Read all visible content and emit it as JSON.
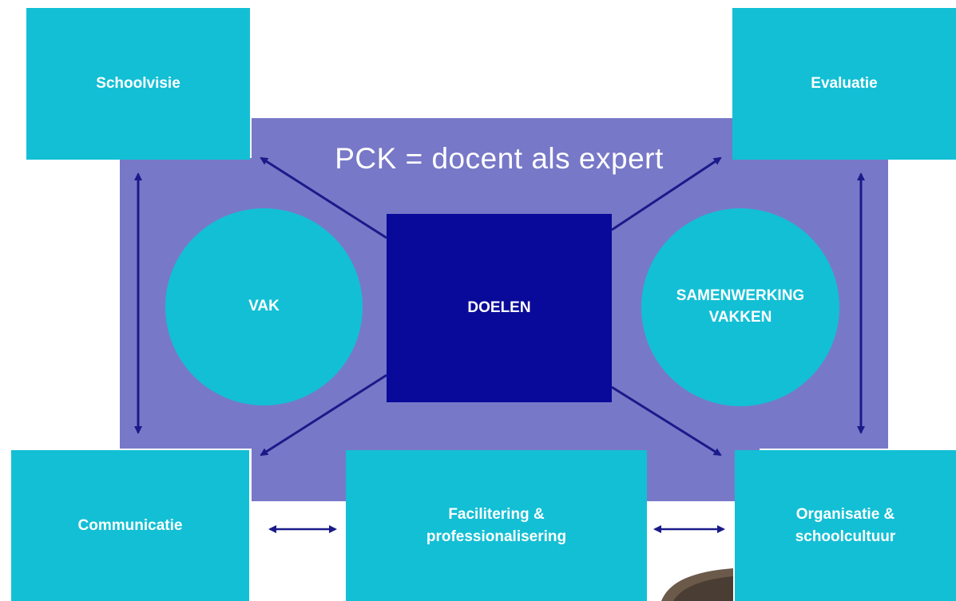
{
  "colors": {
    "background": "#ffffff",
    "purple_panel": "#7878c8",
    "cyan_box": "#13bfd5",
    "navy": "#0a0a9a",
    "arrow": "#1a1a8a"
  },
  "diagram": {
    "title": "PCK = docent als expert",
    "center": {
      "label": "DOELEN"
    },
    "circles": {
      "left": {
        "label": "VAK"
      },
      "right": {
        "label": "SAMENWERKING\nVAKKEN"
      }
    },
    "corners": {
      "top_left": {
        "label": "Schoolvisie"
      },
      "top_right": {
        "label": "Evaluatie"
      },
      "bottom_left": {
        "label": "Communicatie"
      },
      "bottom_center": {
        "label": "Facilitering &\nprofessionalisering"
      },
      "bottom_right": {
        "label": "Organisatie &\nschoolcultuur"
      }
    },
    "arrow_style": "bidirectional / diagonal from center to corners"
  }
}
